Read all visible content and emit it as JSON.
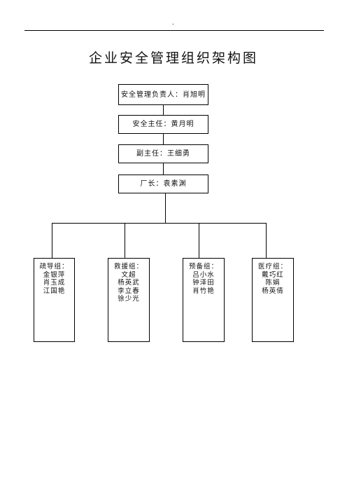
{
  "page": {
    "header_mark": ".",
    "title": "企业安全管理组织架构图"
  },
  "chart_data": {
    "type": "org-chart",
    "chain": [
      "安全管理负责人：肖旭明",
      "安全主任：黄月明",
      "副主任：王细勇",
      "厂长：袁素渊"
    ],
    "teams": [
      {
        "name": "疏导组：",
        "members": [
          "金银萍",
          "肖玉成",
          "江国艳"
        ]
      },
      {
        "name": "救援组：",
        "members": [
          "文超",
          "杨英武",
          "李立春",
          "徐少光"
        ]
      },
      {
        "name": "预备组：",
        "members": [
          "吕小水",
          "钟泽田",
          "肖竹艳"
        ]
      },
      {
        "name": "医疗组：",
        "members": [
          "戴巧红",
          "陈娟",
          "杨英倩"
        ]
      }
    ]
  }
}
